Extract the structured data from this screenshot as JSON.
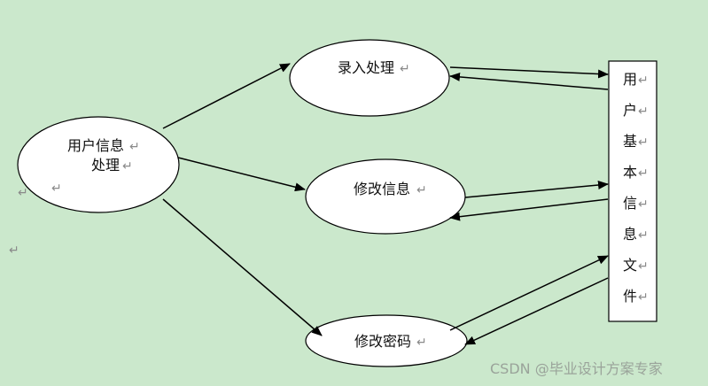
{
  "diagram": {
    "nodes": {
      "user_info": {
        "line1": "用户信息",
        "line2": "处理"
      },
      "entry": {
        "label": "录入处理"
      },
      "modify_info": {
        "label": "修改信息"
      },
      "modify_password": {
        "label": "修改密码"
      },
      "file": {
        "chars": [
          "用",
          "户",
          "基",
          "本",
          "信",
          "息",
          "文",
          "件"
        ]
      }
    },
    "paragraph_mark": "↵"
  },
  "watermark": "CSDN @毕业设计方案专家",
  "colors": {
    "background": "#cbe8cc",
    "node_fill": "#ffffff",
    "stroke": "#000000"
  }
}
